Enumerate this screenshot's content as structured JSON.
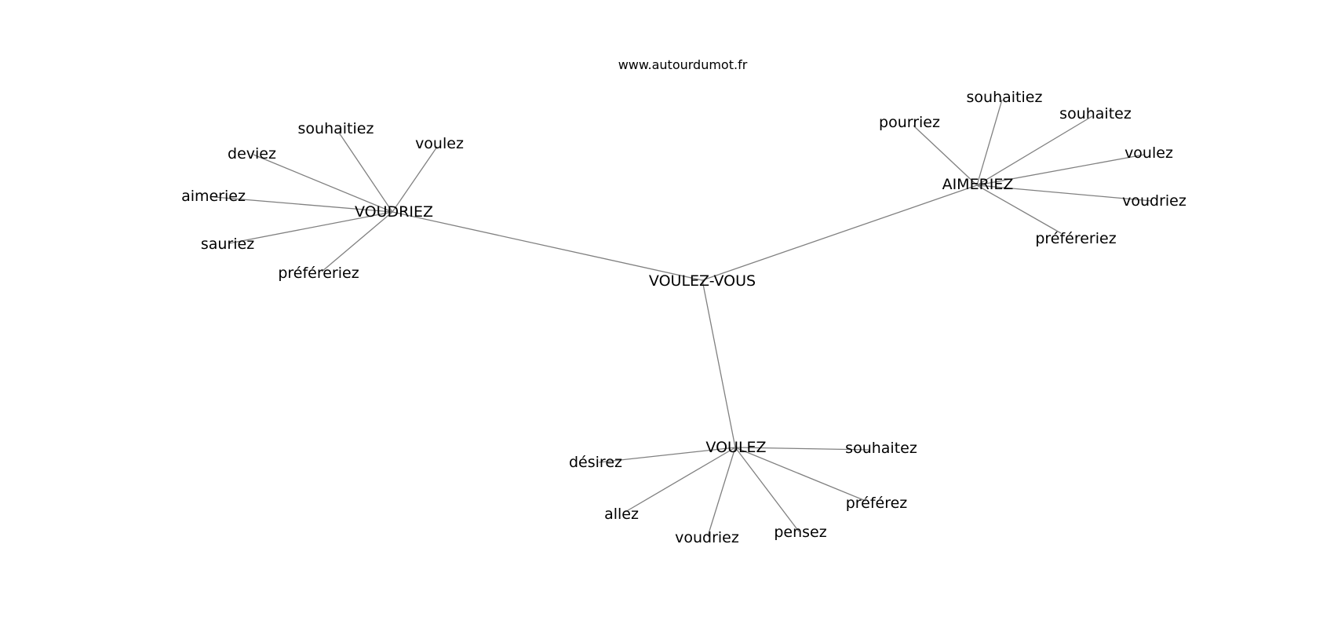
{
  "header": {
    "site_url": "www.autourdumot.fr"
  },
  "graph": {
    "center": {
      "label": "VOULEZ-VOUS"
    },
    "clusters": [
      {
        "label": "VOUDRIEZ",
        "leaves": [
          "souhaitiez",
          "voulez",
          "deviez",
          "aimeriez",
          "sauriez",
          "préféreriez"
        ]
      },
      {
        "label": "AIMERIEZ",
        "leaves": [
          "pourriez",
          "souhaitiez",
          "souhaitez",
          "voulez",
          "voudriez",
          "préféreriez"
        ]
      },
      {
        "label": "VOULEZ",
        "leaves": [
          "désirez",
          "souhaitez",
          "préférez",
          "allez",
          "voudriez",
          "pensez"
        ]
      }
    ]
  }
}
